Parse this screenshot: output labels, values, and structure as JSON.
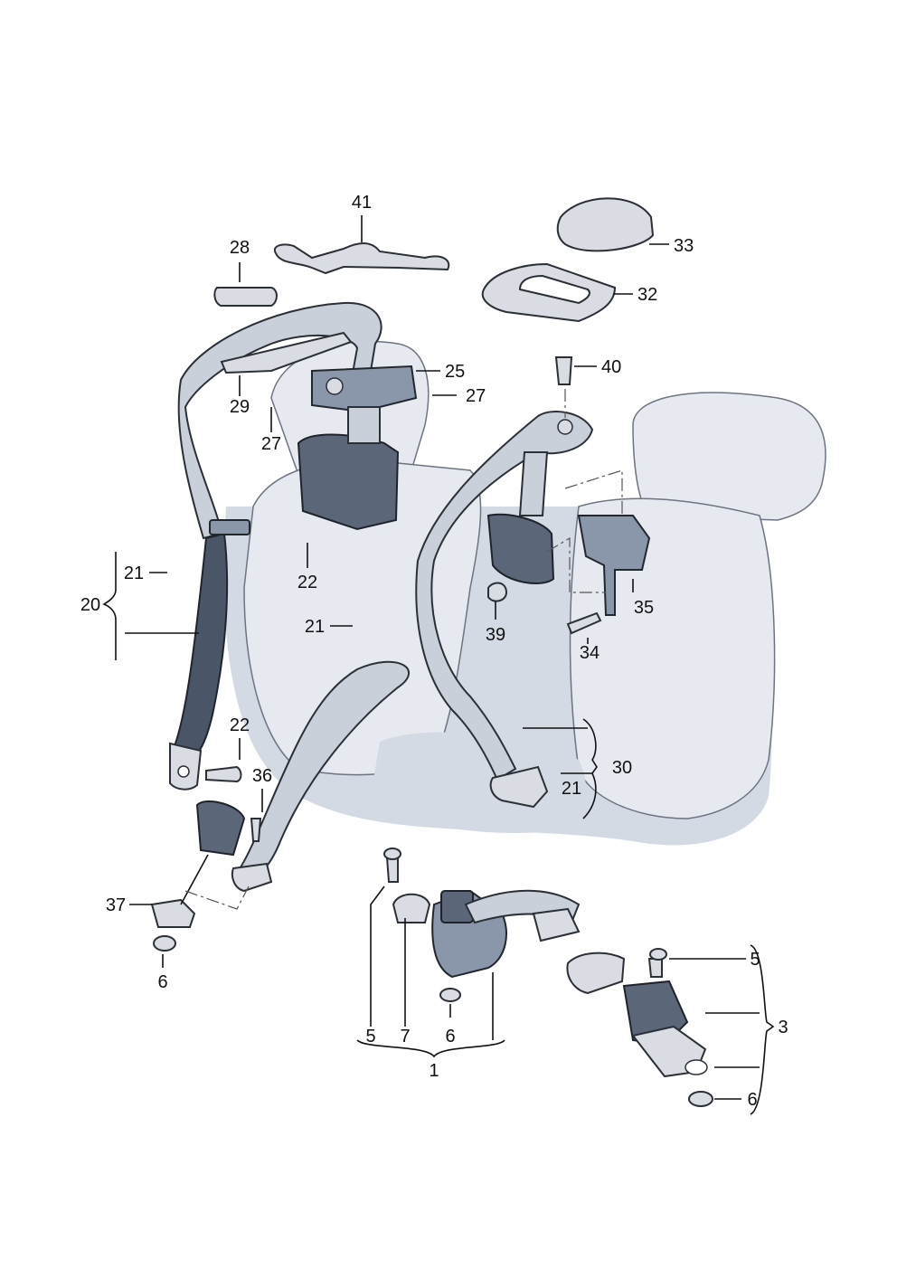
{
  "labels": {
    "l41": "41",
    "l28": "28",
    "l33": "33",
    "l32": "32",
    "l25": "25",
    "l40": "40",
    "l29": "29",
    "l27a": "27",
    "l27b": "27",
    "l21a": "21",
    "l22a": "22",
    "l20": "20",
    "l35": "35",
    "l39": "39",
    "l34": "34",
    "l21b": "21",
    "l22b": "22",
    "l36": "36",
    "l30": "30",
    "l21c": "21",
    "l37": "37",
    "l6a": "6",
    "l5a": "5",
    "l7": "7",
    "l6b": "6",
    "l1": "1",
    "l5b": "5",
    "l3": "3",
    "l6c": "6"
  }
}
